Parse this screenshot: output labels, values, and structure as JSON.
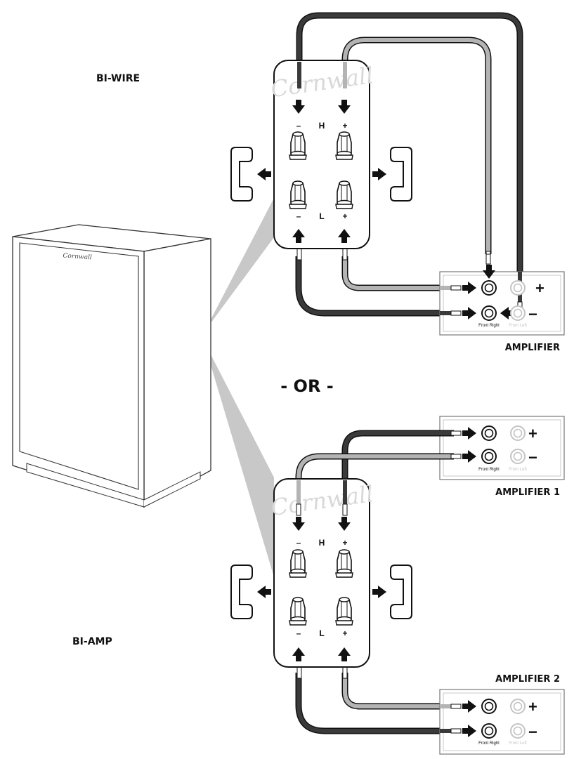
{
  "labels": {
    "bi_wire": "BI-WIRE",
    "bi_amp": "BI-AMP",
    "or": "- OR -",
    "amplifier": "AMPLIFIER",
    "amplifier_1": "AMPLIFIER 1",
    "amplifier_2": "AMPLIFIER 2"
  },
  "brand": {
    "logo_text": "Cornwall"
  },
  "terminal_panel": {
    "high_label": "H",
    "low_label": "L",
    "minus": "–",
    "plus": "+"
  },
  "amplifier_panel": {
    "plus": "+",
    "minus": "−",
    "front_right": "Front Right",
    "front_left": "Front Left"
  },
  "colors": {
    "dark_wire": "#3a3a3a",
    "light_wire": "#b4b4b4",
    "callout": "#c8c8c8",
    "line": "#1a1a1a"
  }
}
